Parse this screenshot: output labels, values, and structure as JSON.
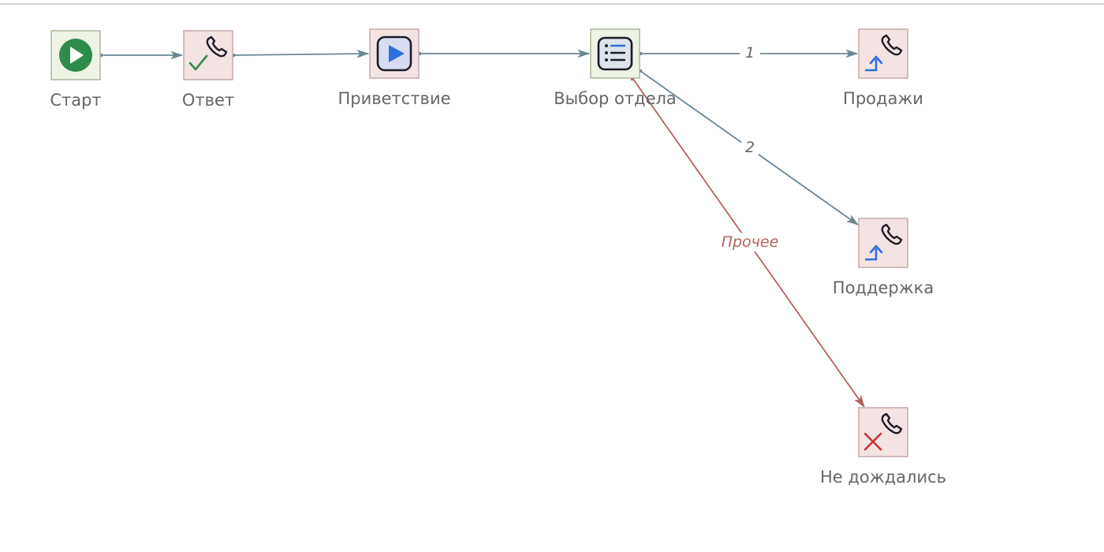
{
  "nodes": {
    "start": {
      "label": "Старт",
      "icon": "play-circle-icon",
      "fill": "#eef3e6",
      "stroke": "#a7b99b"
    },
    "answer": {
      "label": "Ответ",
      "icon": "phone-answer-icon",
      "fill": "#f4e3e3",
      "stroke": "#c4a9a9"
    },
    "greeting": {
      "label": "Приветствие",
      "icon": "play-media-icon",
      "fill": "#f4e3e3",
      "stroke": "#c4a9a9"
    },
    "menu": {
      "label": "Выбор отдела",
      "icon": "menu-list-icon",
      "fill": "#eef3e6",
      "stroke": "#a7b99b"
    },
    "sales": {
      "label": "Продажи",
      "icon": "phone-transfer-icon",
      "fill": "#f4e3e3",
      "stroke": "#c4a9a9"
    },
    "support": {
      "label": "Поддержка",
      "icon": "phone-transfer-icon",
      "fill": "#f4e3e3",
      "stroke": "#c4a9a9"
    },
    "abandoned": {
      "label": "Не дождались",
      "icon": "phone-hangup-icon",
      "fill": "#f4e3e3",
      "stroke": "#c4a9a9"
    }
  },
  "edges": [
    {
      "from": "start",
      "to": "answer",
      "label": ""
    },
    {
      "from": "answer",
      "to": "greeting",
      "label": ""
    },
    {
      "from": "greeting",
      "to": "menu",
      "label": ""
    },
    {
      "from": "menu",
      "to": "sales",
      "label": "1"
    },
    {
      "from": "menu",
      "to": "support",
      "label": "2"
    },
    {
      "from": "menu",
      "to": "abandoned",
      "label": "Прочее"
    }
  ],
  "colors": {
    "edge": "#6b8796",
    "edge_other": "#b5605c",
    "label_text": "#666666",
    "icon_dark": "#1c1c28",
    "icon_blue": "#2d6fde",
    "icon_green": "#2e8b4b",
    "icon_red": "#c93232"
  }
}
